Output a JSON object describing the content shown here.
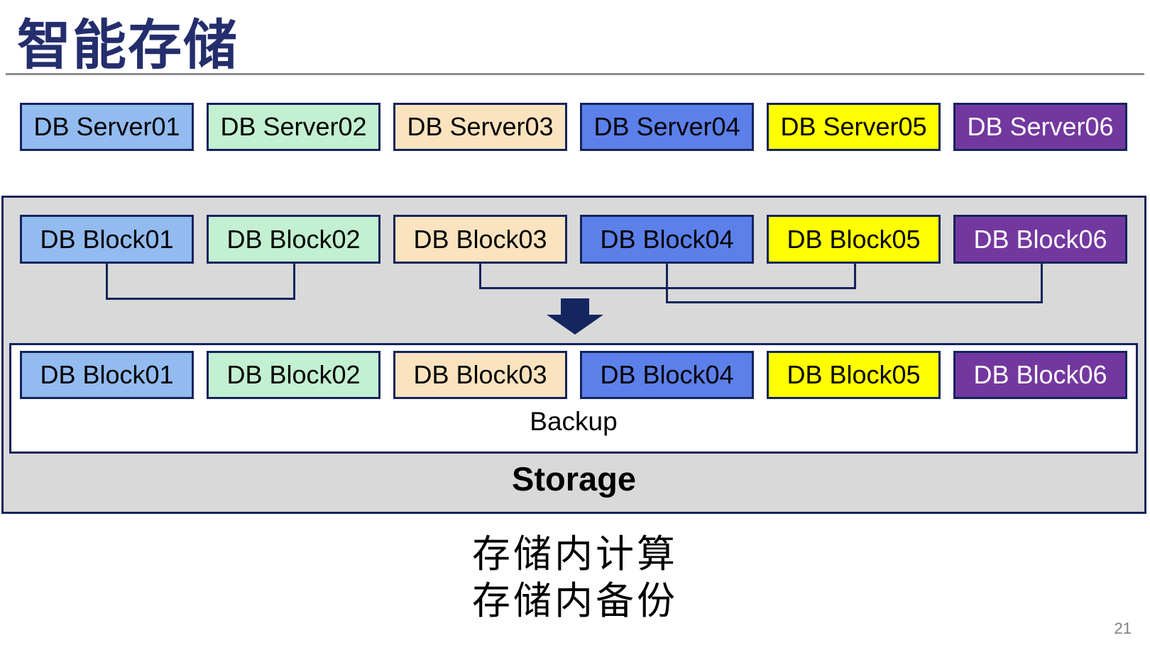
{
  "slide": {
    "title": "智能存储",
    "page_number": "21",
    "caption_line1": "存储内计算",
    "caption_line2": "存储内备份"
  },
  "servers": [
    {
      "label": "DB Server01"
    },
    {
      "label": "DB Server02"
    },
    {
      "label": "DB Server03"
    },
    {
      "label": "DB Server04"
    },
    {
      "label": "DB Server05"
    },
    {
      "label": "DB Server06"
    }
  ],
  "storage": {
    "label": "Storage",
    "backup_label": "Backup",
    "blocks_top": [
      {
        "label": "DB Block01"
      },
      {
        "label": "DB Block02"
      },
      {
        "label": "DB Block03"
      },
      {
        "label": "DB Block04"
      },
      {
        "label": "DB Block05"
      },
      {
        "label": "DB Block06"
      }
    ],
    "blocks_bottom": [
      {
        "label": "DB Block01"
      },
      {
        "label": "DB Block02"
      },
      {
        "label": "DB Block03"
      },
      {
        "label": "DB Block04"
      },
      {
        "label": "DB Block05"
      },
      {
        "label": "DB Block06"
      }
    ],
    "connections": [
      {
        "from": "DB Block01",
        "to": "DB Block02"
      },
      {
        "from": "DB Block03",
        "to": "DB Block05"
      },
      {
        "from": "DB Block04",
        "to": "DB Block06"
      }
    ]
  },
  "palette": {
    "box_blue_light": "#92BBF0",
    "box_green": "#C2F0D1",
    "box_tan": "#FAE3BE",
    "box_blue_medium": "#5C80EA",
    "box_yellow": "#FFFF00",
    "box_purple": "#73389F",
    "border_navy": "#14245C",
    "title_navy": "#242E6D",
    "storage_gray": "#D9D9D9",
    "rule_gray": "#8C8C8C",
    "page_number_gray": "#808080"
  }
}
